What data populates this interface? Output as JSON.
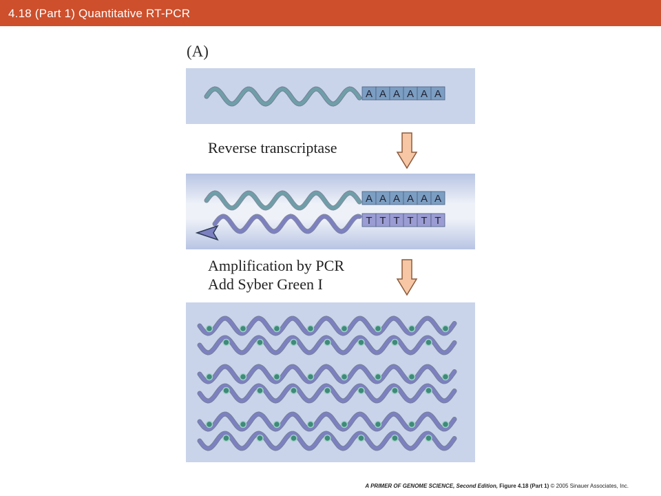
{
  "header": {
    "title": "4.18 (Part 1)  Quantitative RT-PCR"
  },
  "figure": {
    "panel_label": "(A)",
    "steps": [
      {
        "label": "Reverse transcriptase"
      },
      {
        "lines": [
          "Amplification by PCR",
          "Add Syber Green I"
        ]
      }
    ],
    "poly_a": [
      "A",
      "A",
      "A",
      "A",
      "A",
      "A"
    ],
    "poly_t": [
      "T",
      "T",
      "T",
      "T",
      "T",
      "T"
    ]
  },
  "footer": {
    "book": "A PRIMER OF GENOME SCIENCE, Second Edition,",
    "figure": "Figure 4.18 (Part 1)",
    "copyright": "© 2005 Sinauer Associates, Inc."
  },
  "colors": {
    "title_bar": "#cd4f2c",
    "mrna_strand": "#6f9ea8",
    "cdna_strand": "#7d80c0",
    "poly_box": "#7b9ec2",
    "poly_box_t": "#9a9cd3",
    "arrow_fill": "#f7c6a5",
    "dye_dot": "#3f8a7a"
  }
}
